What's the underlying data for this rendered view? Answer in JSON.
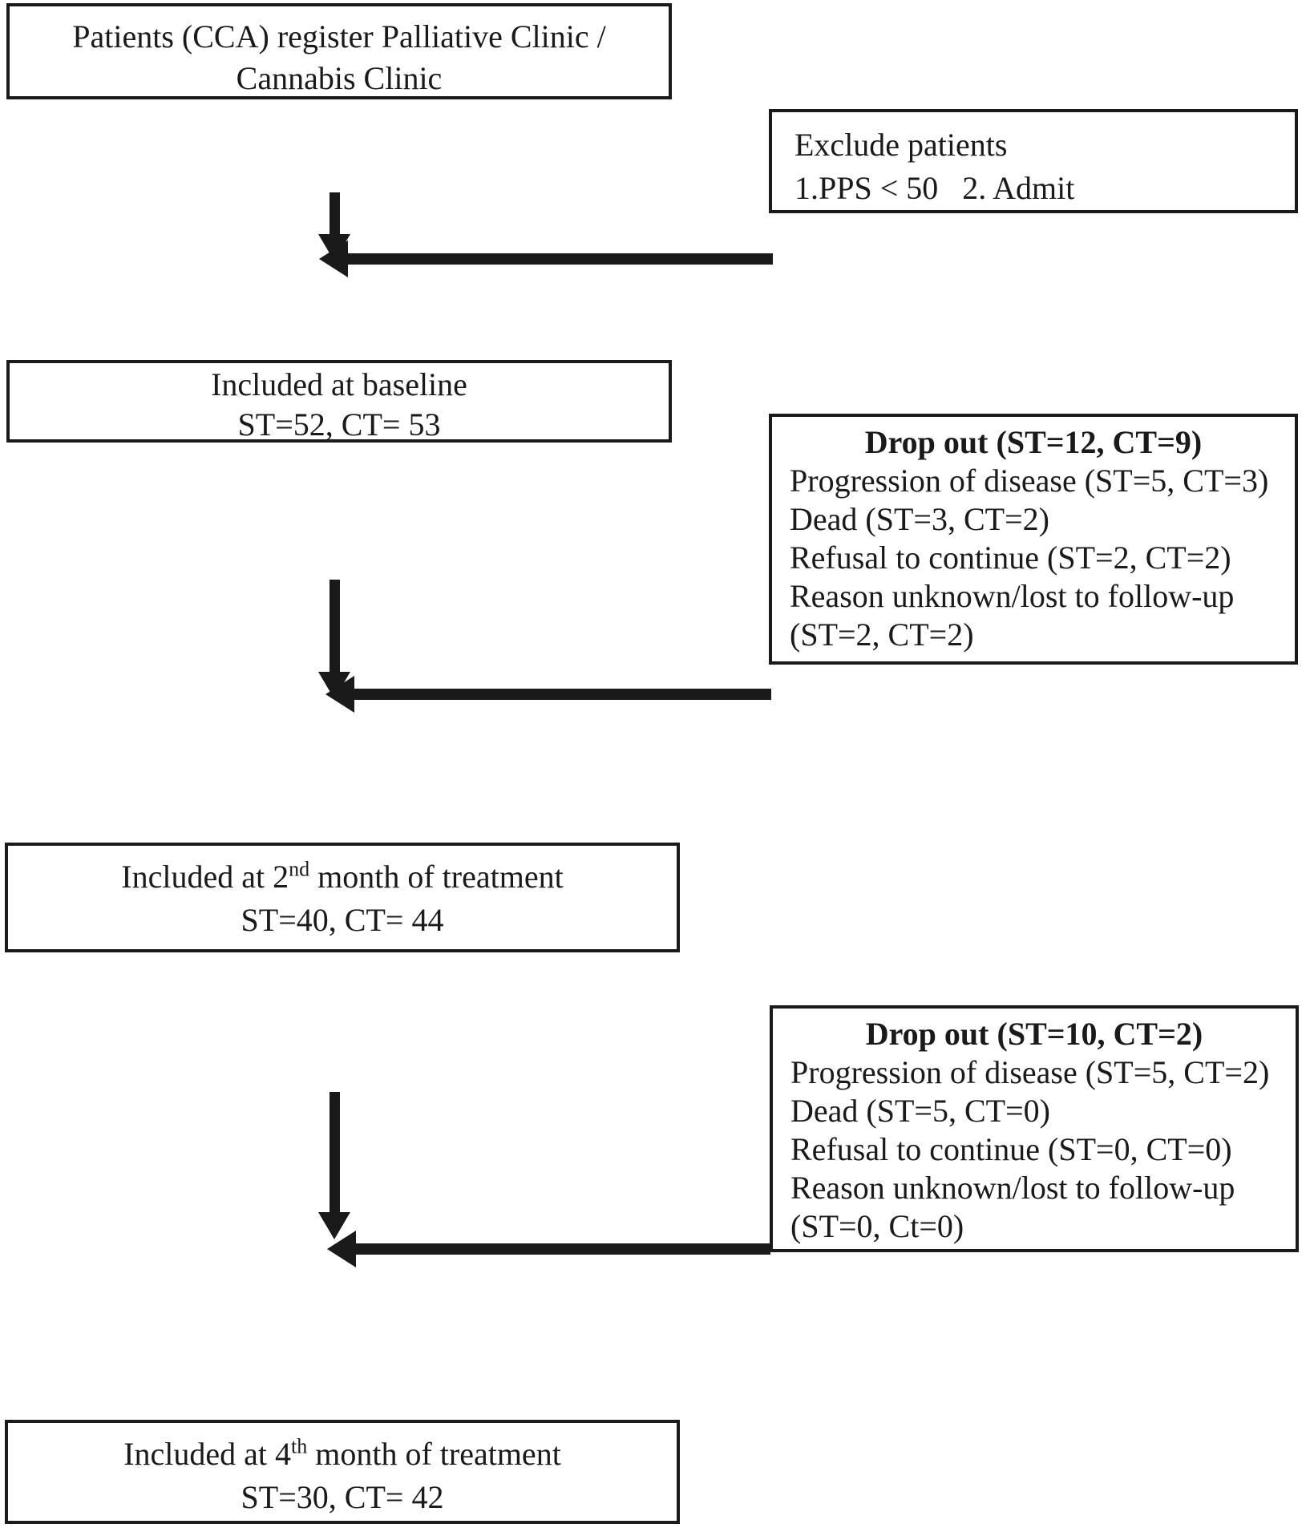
{
  "diagram": {
    "boxes": {
      "register": {
        "line1": "Patients (CCA) register Palliative Clinic /",
        "line2": "Cannabis Clinic"
      },
      "exclude": {
        "line1": "Exclude patients",
        "line2": "1.PPS < 50   2. Admit"
      },
      "baseline": {
        "line1": "Included at baseline",
        "line2": "ST=52, CT= 53"
      },
      "dropout1": {
        "title": "Drop out (ST=12, CT=9)",
        "lines": [
          "Progression of disease (ST=5, CT=3)",
          "Dead (ST=3, CT=2)",
          "Refusal to continue (ST=2, CT=2)",
          "Reason unknown/lost to follow-up",
          "(ST=2, CT=2)"
        ]
      },
      "month2": {
        "line1_prefix": "Included at 2",
        "line1_sup": "nd",
        "line1_suffix": " month of treatment",
        "line2": "ST=40, CT= 44"
      },
      "dropout2": {
        "title": "Drop out (ST=10, CT=2)",
        "lines": [
          "Progression of disease (ST=5, CT=2)",
          "Dead (ST=5, CT=0)",
          "Refusal to continue (ST=0, CT=0)",
          "Reason unknown/lost to follow-up",
          "(ST=0, Ct=0)"
        ]
      },
      "month4": {
        "line1_prefix": "Included at 4",
        "line1_sup": "th",
        "line1_suffix": " month of treatment",
        "line2": "ST=30, CT= 42"
      }
    },
    "colors": {
      "line": "#1a1a1a",
      "background": "#ffffff"
    }
  }
}
